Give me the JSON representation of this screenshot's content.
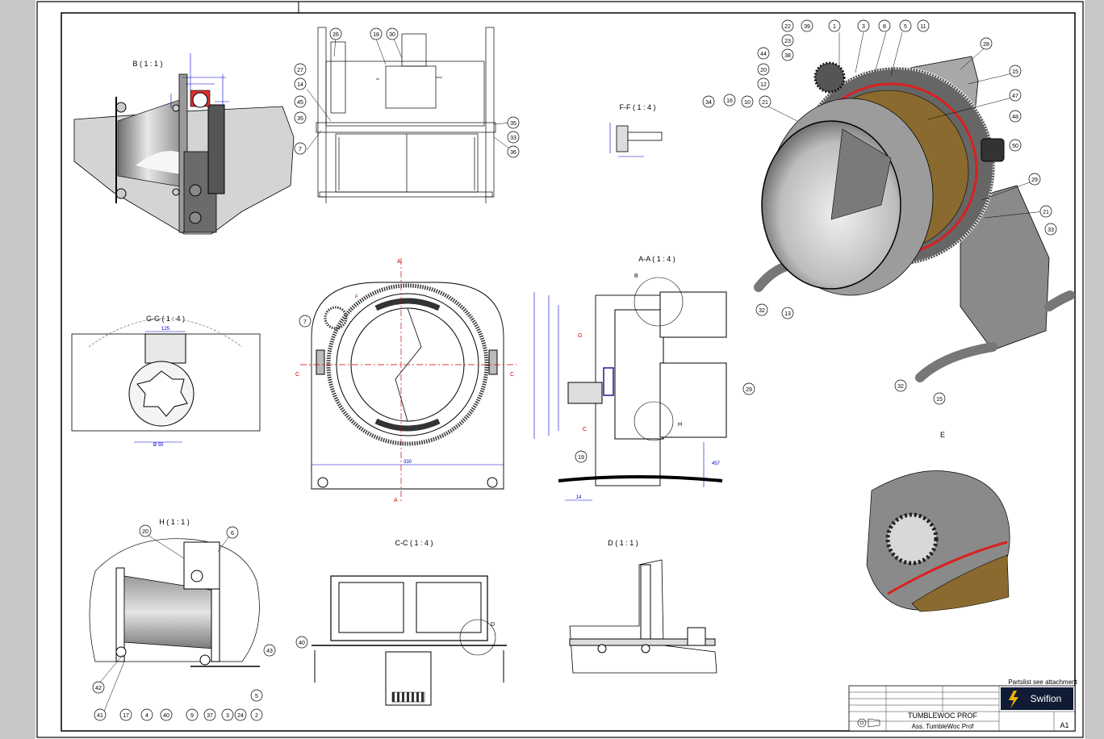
{
  "views": {
    "B": "B ( 1 : 1 )",
    "FF": "F-F ( 1 : 4 )",
    "GG": "G-G ( 1 : 4 )",
    "AA": "A-A ( 1 : 4 )",
    "H": "H ( 1 : 1 )",
    "CC": "C-C ( 1 : 4 )",
    "D": "D ( 1 : 1 )",
    "E": "E"
  },
  "section_marks": {
    "A": "A",
    "C": "C",
    "F": "F",
    "G": "G",
    "B": "B",
    "H": "H",
    "D": "D",
    "E": "E"
  },
  "dims": {
    "gg_top": "125",
    "gg_bottom": "Ø 55",
    "front_width": "330",
    "aa_bottom": "14",
    "aa_right": "457"
  },
  "balloons": {
    "b26": "26",
    "b18": "18",
    "b30": "30",
    "b27": "27",
    "b14": "14",
    "b45": "45",
    "b35a": "35",
    "b7a": "7",
    "b35b": "35",
    "b33a": "33",
    "b36": "36",
    "b7b": "7",
    "b29": "29",
    "b19": "19",
    "b22": "22",
    "b39": "39",
    "b1": "1",
    "b3": "3",
    "b8": "8",
    "b5": "5",
    "b11": "11",
    "b28": "28",
    "b23": "23",
    "b38": "38",
    "b44": "44",
    "b20": "20",
    "b12": "12",
    "b21": "21",
    "b16": "16",
    "b34": "34",
    "b15": "15",
    "b10": "10",
    "b47": "47",
    "b48": "48",
    "b50": "50",
    "b29r": "29",
    "b21r": "21",
    "b33r": "33",
    "b32a": "32",
    "b13": "13",
    "b32b": "32",
    "b15b": "15",
    "h20": "20",
    "h6": "6",
    "h43": "43",
    "h42": "42",
    "h5": "5",
    "h41": "41",
    "h17": "17",
    "h4": "4",
    "h40": "40",
    "h9": "9",
    "h37": "37",
    "h3": "3",
    "h24": "24",
    "h2": "2",
    "c40": "40"
  },
  "title_block": {
    "note": "Partslist see attachment",
    "title": "TUMBLEWOC PROF",
    "subtitle": "Ass. TumbleWoc Prof",
    "logo_text": "Swifion",
    "size": "A1"
  }
}
